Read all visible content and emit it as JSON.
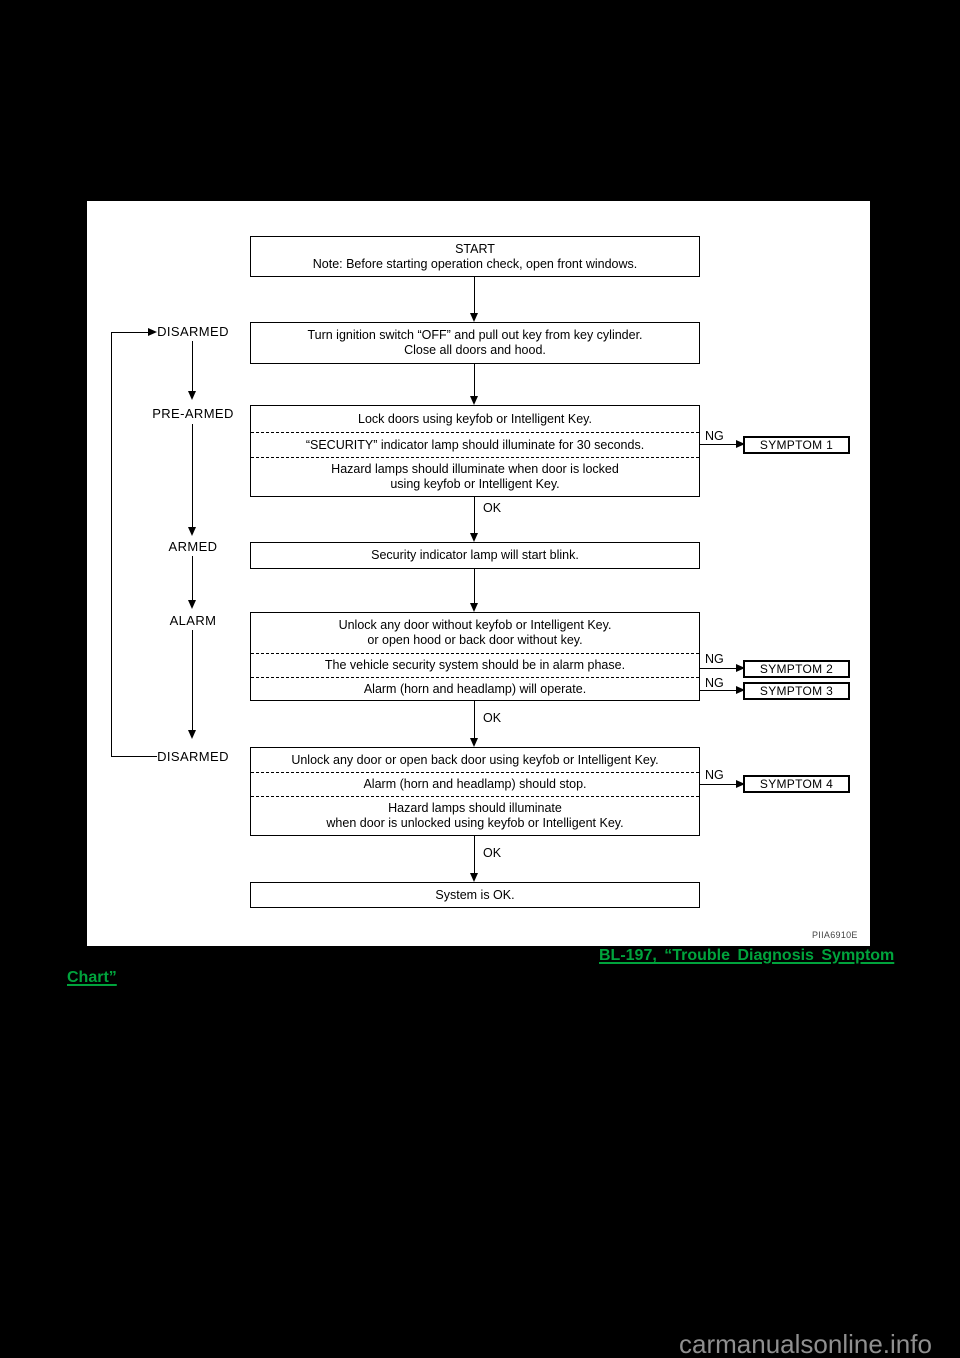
{
  "boxes": {
    "start": {
      "line1": "START",
      "line2": "Note: Before starting operation check, open front windows."
    },
    "ignition": {
      "line1": "Turn ignition switch “OFF” and pull out key from key cylinder.",
      "line2": "Close all doors and hood."
    },
    "lock": {
      "row1": "Lock doors using keyfob or Intelligent Key.",
      "row2": "“SECURITY” indicator lamp should illuminate for 30 seconds.",
      "row3line1": "Hazard lamps should illuminate when door is locked",
      "row3line2": "using keyfob or Intelligent Key."
    },
    "blink": {
      "line1": "Security indicator lamp will start blink."
    },
    "alarm_check": {
      "row1line1": "Unlock any door without keyfob or Intelligent Key.",
      "row1line2": "or open hood or back door without key.",
      "row2": "The vehicle security system should be in alarm phase.",
      "row3": "Alarm (horn and headlamp) will operate."
    },
    "disarm_check": {
      "row1": "Unlock any door or open back door using keyfob or Intelligent Key.",
      "row2": "Alarm (horn and headlamp) should stop.",
      "row3line1": "Hazard lamps should illuminate",
      "row3line2": "when door is unlocked using keyfob or Intelligent Key."
    },
    "system_ok": {
      "line1": "System is OK."
    }
  },
  "states": {
    "disarmed_top": "DISARMED",
    "pre_armed": "PRE-ARMED",
    "armed": "ARMED",
    "alarm": "ALARM",
    "disarmed_bottom": "DISARMED"
  },
  "symptoms": [
    "SYMPTOM 1",
    "SYMPTOM 2",
    "SYMPTOM 3",
    "SYMPTOM 4"
  ],
  "labels": {
    "ok": "OK",
    "ng": "NG"
  },
  "figure_code": "PIIA6910E",
  "link": {
    "line1": "BL-197, “Trouble Diagnosis Symptom",
    "line2": "Chart”"
  },
  "watermark": "carmanualsonline.info",
  "colors": {
    "background": "#000000",
    "panel": "#ffffff",
    "line": "#000000",
    "link_green": "#00a33c",
    "watermark_gray": "#8f8f8f"
  }
}
